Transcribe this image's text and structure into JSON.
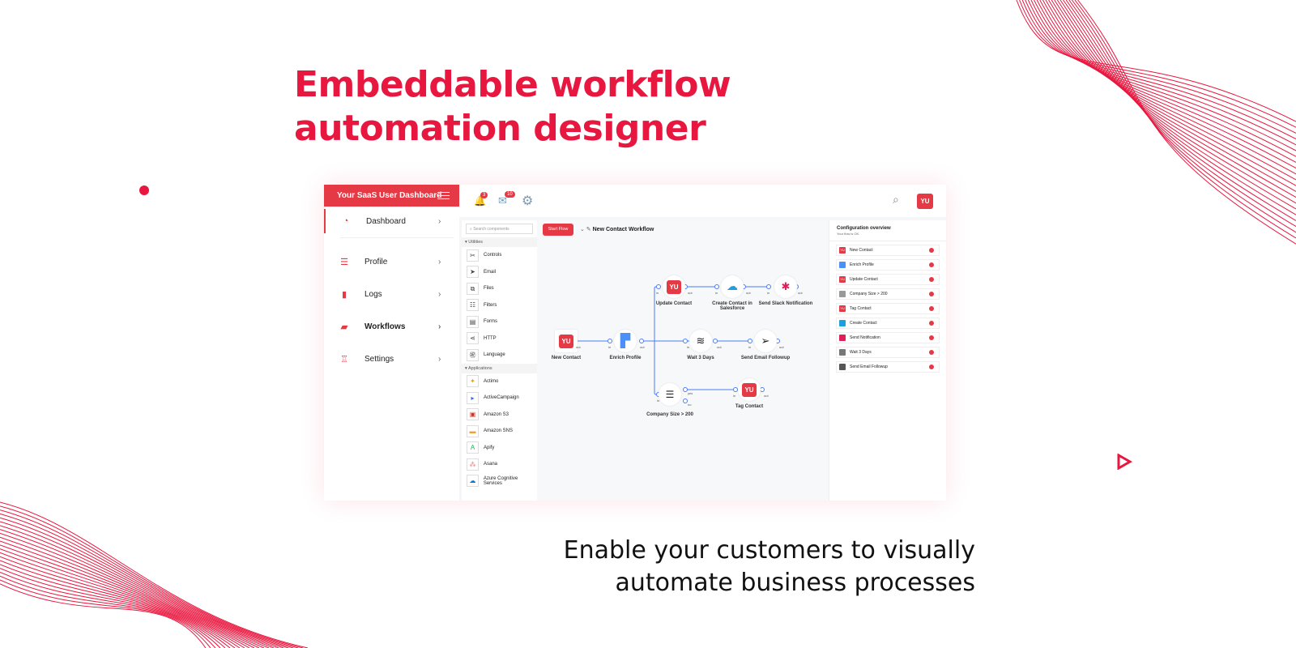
{
  "hero": {
    "title_line1": "Embeddable workflow",
    "title_line2": "automation designer",
    "subtitle_line1": "Enable your customers to visually",
    "subtitle_line2": "automate business processes"
  },
  "colors": {
    "accent": "#e8173f",
    "app_red": "#e63946",
    "link_blue": "#4a7cf7"
  },
  "sidebar": {
    "brand": "Your SaaS User Dashboard",
    "items": [
      {
        "label": "Dashboard",
        "icon": "gauge-icon"
      },
      {
        "label": "Profile",
        "icon": "profile-icon"
      },
      {
        "label": "Logs",
        "icon": "bar-chart-icon"
      },
      {
        "label": "Workflows",
        "icon": "workflows-icon"
      },
      {
        "label": "Settings",
        "icon": "settings-icon"
      }
    ]
  },
  "topbar": {
    "notifications": "3",
    "messages": "10",
    "avatar": "YU"
  },
  "components": {
    "search_placeholder": "Search components",
    "utilities_label": "Utilities",
    "utilities": [
      "Controls",
      "Email",
      "Files",
      "Filters",
      "Forms",
      "HTTP",
      "Language"
    ],
    "applications_label": "Applications",
    "applications": [
      "Actimo",
      "ActiveCampaign",
      "Amazon S3",
      "Amazon SNS",
      "Apify",
      "Asana",
      "Azure Cognitive Services"
    ]
  },
  "canvas": {
    "start_button": "Start Flow",
    "workflow_name": "New Contact Workflow",
    "nodes": [
      "New Contact",
      "Enrich Profile",
      "Update Contact",
      "Create Contact in Salesforce",
      "Send Slack Notification",
      "Wait 3 Days",
      "Send Email Followup",
      "Company Size > 200",
      "Tag Contact"
    ],
    "ports": {
      "in": "in",
      "out": "out",
      "yes": "yes",
      "no": "no"
    },
    "yu": "YU"
  },
  "config": {
    "title": "Configuration overview",
    "status": "Your flow is OK.",
    "items": [
      "New Contact",
      "Enrich Profile",
      "Update Contact",
      "Company Size > 200",
      "Tag Contact",
      "Create Contact",
      "Send Notification",
      "Wait 3 Days",
      "Send Email Followup"
    ]
  }
}
